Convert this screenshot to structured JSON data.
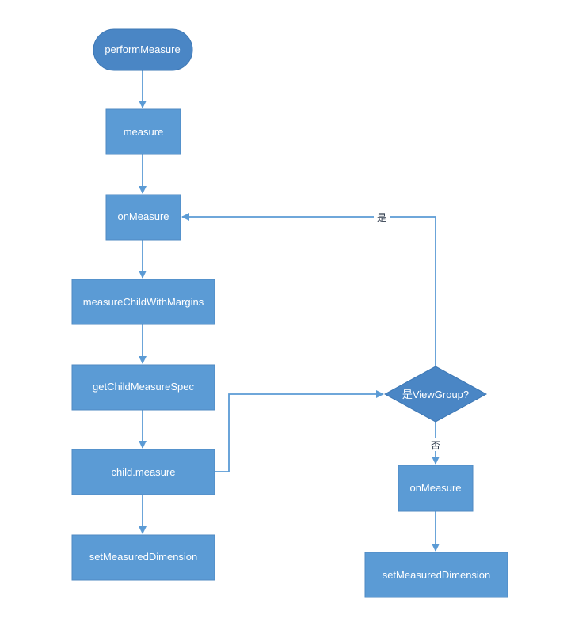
{
  "diagram": {
    "nodes": {
      "performMeasure": "performMeasure",
      "measure": "measure",
      "onMeasure": "onMeasure",
      "measureChildWithMargins": "measureChildWithMargins",
      "getChildMeasureSpec": "getChildMeasureSpec",
      "childMeasure": "child.measure",
      "setMeasuredDimension": "setMeasuredDimension",
      "isViewGroup": "是ViewGroup?",
      "onMeasureRight": "onMeasure",
      "setMeasuredDimensionRight": "setMeasuredDimension"
    },
    "edge_labels": {
      "yes": "是",
      "no": "否"
    },
    "colors": {
      "node_fill": "#5b9bd5",
      "start_fill": "#4a86c5",
      "diamond_fill": "#4a86c5",
      "edge": "#5b9bd5"
    }
  }
}
